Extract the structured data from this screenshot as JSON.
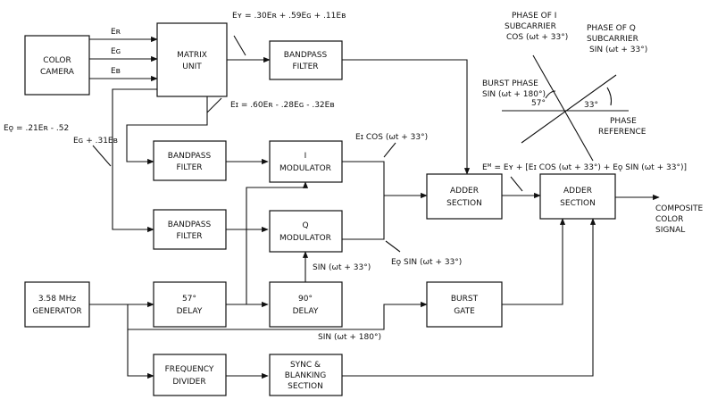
{
  "blocks": {
    "color_camera": [
      "COLOR",
      "CAMERA"
    ],
    "matrix_unit": [
      "MATRIX",
      "UNIT"
    ],
    "bandpass_y": [
      "BANDPASS",
      "FILTER"
    ],
    "bandpass_i": [
      "BANDPASS",
      "FILTER"
    ],
    "bandpass_q": [
      "BANDPASS",
      "FILTER"
    ],
    "i_modulator": [
      "I",
      "MODULATOR"
    ],
    "q_modulator": [
      "Q",
      "MODULATOR"
    ],
    "adder_1": [
      "ADDER",
      "SECTION"
    ],
    "adder_2": [
      "ADDER",
      "SECTION"
    ],
    "generator": [
      "3.58 MHz",
      "GENERATOR"
    ],
    "delay_57": [
      "57°",
      "DELAY"
    ],
    "delay_90": [
      "90°",
      "DELAY"
    ],
    "burst_gate": [
      "BURST",
      "GATE"
    ],
    "frequency_divider": [
      "FREQUENCY",
      "DIVIDER"
    ],
    "sync_blanking": [
      "SYNC &",
      "BLANKING",
      "SECTION"
    ]
  },
  "labels": {
    "er": "Eʀ",
    "eg": "Eɢ",
    "eb": "Eʙ",
    "ey_eq": "Eʏ = .30Eʀ + .59Eɢ + .11Eʙ",
    "ei_eq": "Eɪ = .60Eʀ - .28Eɢ - .32Eʙ",
    "eq_eq_1": "Eǫ = .21Eʀ - .52",
    "eq_eq_2": "Eɢ + .31Eʙ",
    "ei_out": "Eɪ COS (ωt + 33°)",
    "eq_out": "Eǫ SIN (ωt + 33°)",
    "sin_q_in": "SIN (ωt + 33°)",
    "sin_burst": "SIN (ωt + 180°)",
    "em_eq": "Eᴹ = Eʏ + [Eɪ COS (ωt + 33°) + Eǫ SIN (ωt + 33°)]",
    "composite": [
      "COMPOSITE",
      "COLOR",
      "SIGNAL"
    ]
  },
  "phase_diagram": {
    "phase_i": [
      "PHASE OF I",
      "SUBCARRIER",
      "COS (ωt + 33°)"
    ],
    "phase_q": [
      "PHASE OF Q",
      "SUBCARRIER",
      "SIN (ωt + 33°)"
    ],
    "burst_phase": [
      "BURST PHASE",
      "SIN (ωt + 180°)"
    ],
    "angle_57": "57°",
    "angle_33": "33°",
    "reference": [
      "PHASE",
      "REFERENCE"
    ]
  }
}
